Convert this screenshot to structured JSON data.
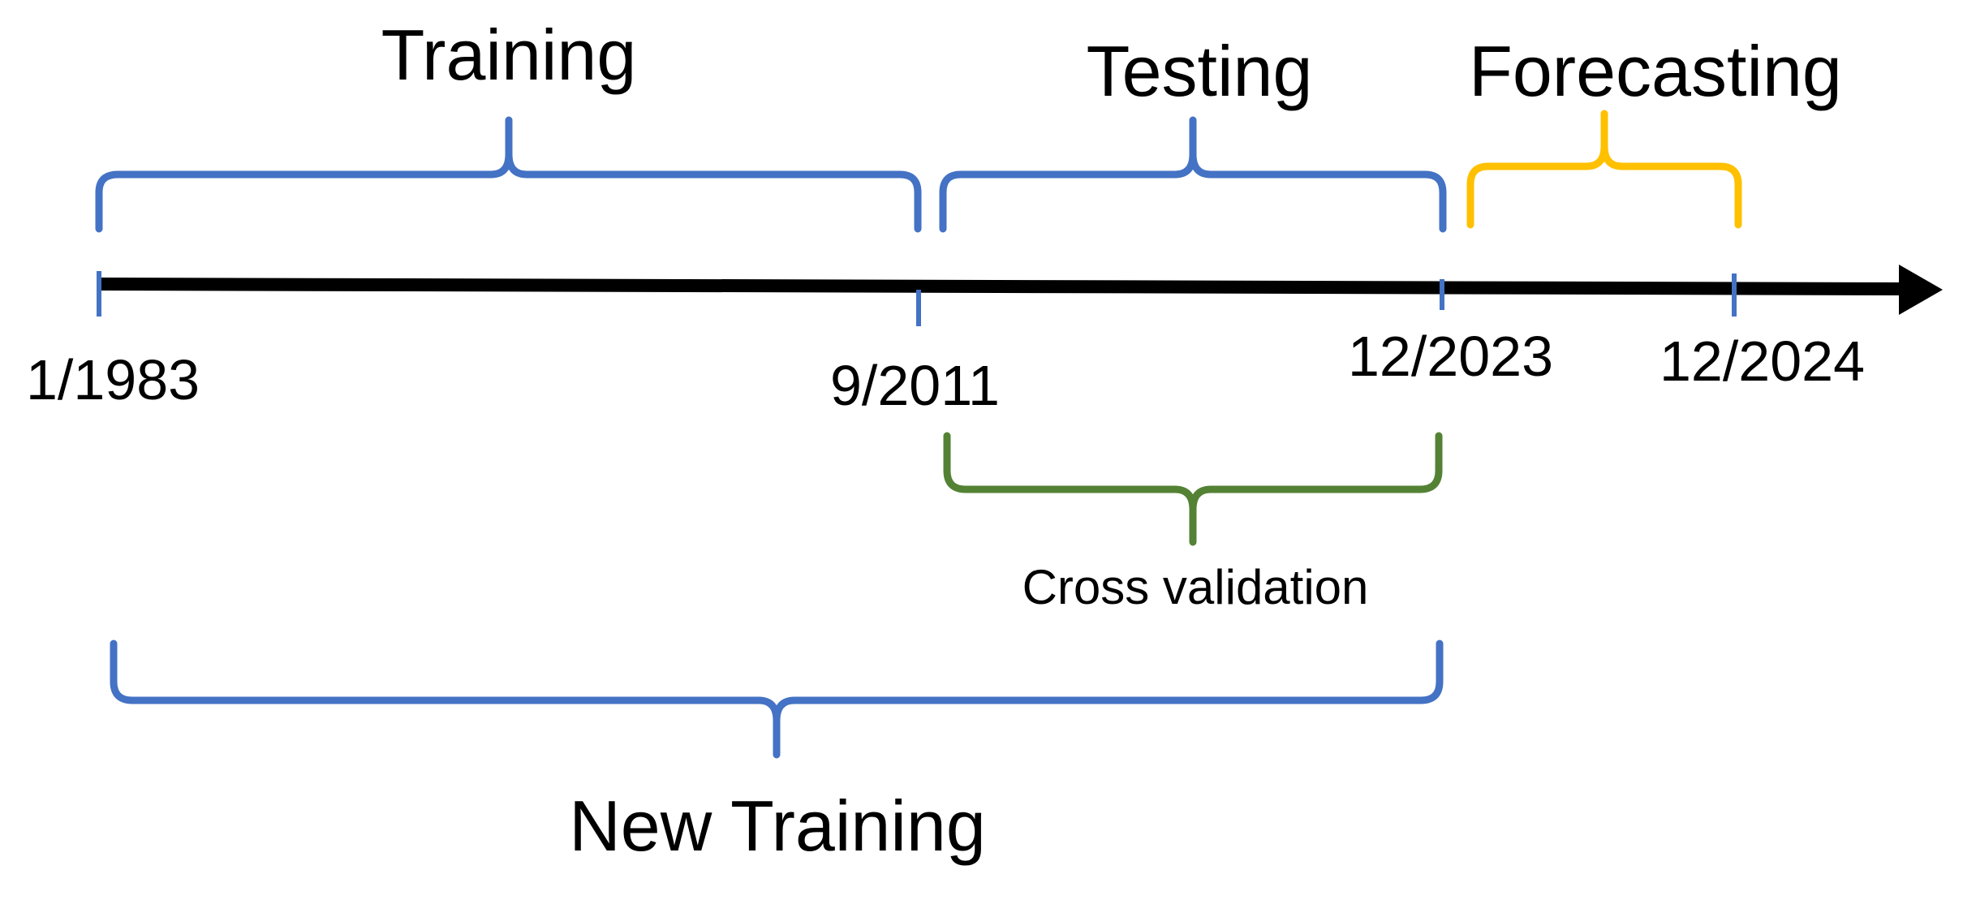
{
  "colors": {
    "axis": "#000000",
    "training": "#4472c4",
    "testing": "#4472c4",
    "forecasting": "#ffc000",
    "cross_validation": "#548235",
    "new_training": "#4472c4",
    "ticks": "#4472c4"
  },
  "timeline": {
    "dates": [
      "1/1983",
      "9/2011",
      "12/2023",
      "12/2024"
    ]
  },
  "periods": {
    "training": "Training",
    "testing": "Testing",
    "forecasting": "Forecasting",
    "cross_validation": "Cross validation",
    "new_training": "New Training"
  },
  "icons": {
    "axis_arrow": "arrow-right-icon",
    "brace": "curly-brace-icon"
  }
}
